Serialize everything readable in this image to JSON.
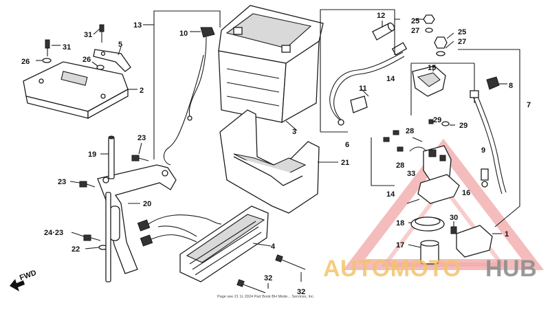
{
  "diagram": {
    "fwd_label": "FWD",
    "footer_text": "Page see 21 1L 2024 Part Book BH Mode... Services, Inc.",
    "watermark": {
      "text_auto": "AUTOMOTO",
      "text_hub": "HUB",
      "accent_color": "#f0a6a6",
      "hub_color": "#8f8f8f",
      "auto_color": "#f4c46a"
    },
    "callouts": {
      "n1": "1",
      "n2": "2",
      "n3": "3",
      "n4": "4",
      "n5": "5",
      "n6": "6",
      "n7": "7",
      "n8": "8",
      "n9": "9",
      "n10": "10",
      "n11": "11",
      "n12": "12",
      "n13": "13",
      "n14": "14",
      "n15": "15",
      "n16": "16",
      "n17": "17",
      "n18": "18",
      "n19": "19",
      "n20": "20",
      "n21": "21",
      "n22": "22",
      "n23a": "23",
      "n23b": "23",
      "n2423": "24·23",
      "n25a": "25",
      "n25b": "25",
      "n26a": "26",
      "n26b": "26",
      "n27a": "27",
      "n27b": "27",
      "n28a": "28",
      "n28b": "28",
      "n29a": "29",
      "n29b": "29",
      "n30": "30",
      "n31a": "31",
      "n31b": "31",
      "n32a": "32",
      "n32b": "32",
      "n33": "33"
    }
  }
}
